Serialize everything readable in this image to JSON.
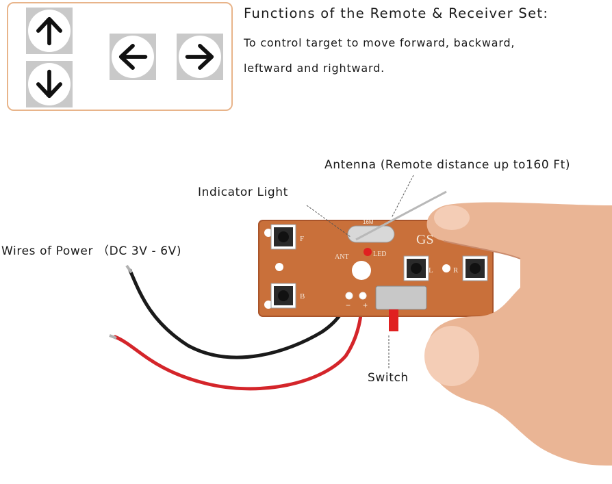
{
  "header": {
    "title": "Functions of the Remote & Receiver Set:",
    "description": "To control target to move forward, backward, leftward and rightward."
  },
  "direction_icons": [
    {
      "name": "arrow-up-icon"
    },
    {
      "name": "arrow-down-icon"
    },
    {
      "name": "arrow-left-icon"
    },
    {
      "name": "arrow-right-icon"
    }
  ],
  "callouts": {
    "antenna": "Antenna (Remote distance up to160 Ft)",
    "indicator": "Indicator Light",
    "wires": "Wires of Power （DC 3V - 6V)",
    "switch": "Switch"
  },
  "board": {
    "model": "GS",
    "crystal": "16M",
    "pin_ant": "ANT",
    "pin_led": "LED",
    "btn_f": "F",
    "btn_b": "B",
    "btn_l": "L",
    "btn_r": "R",
    "minus": "−",
    "plus": "+"
  },
  "colors": {
    "box_border": "#e8b48a",
    "pcb": "#c9703a",
    "wire_red": "#d4252a",
    "wire_black": "#1a1a1a",
    "led": "#e02020"
  }
}
